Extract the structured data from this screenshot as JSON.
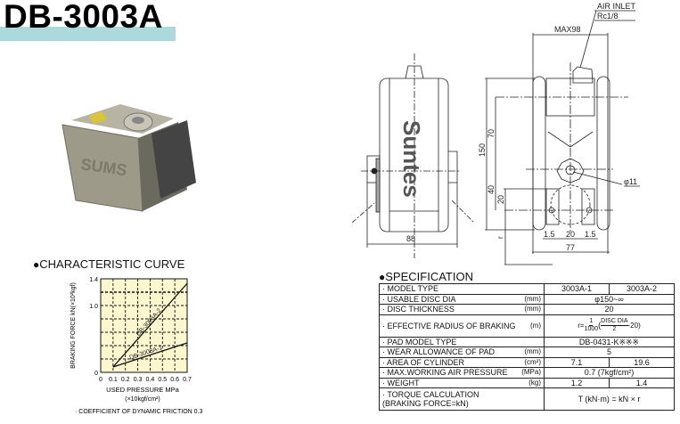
{
  "title": "DB-3003A",
  "photo": {
    "logo_text": "SUMS"
  },
  "front_view": {
    "logo_text": "Suntes",
    "width_dim": "88"
  },
  "side_view": {
    "air_inlet_label": "AIR INLET",
    "air_inlet_thread": "Rc1/8",
    "max_width": "MAX98",
    "height_dim": "150",
    "dim_70": "70",
    "dim_40": "40",
    "dim_20_vertical": "20",
    "radius_label": "r",
    "hole_dia": "φ11",
    "dim_1_5_left": "1.5",
    "dim_20_gap": "20",
    "dim_1_5_right": "1.5",
    "bottom_width": "77"
  },
  "characteristic": {
    "section_title": "CHARACTERISTIC CURVE",
    "bullet": "●",
    "note": "· COEFFICIENT OF DYNAMIC FRICTION 0.3"
  },
  "chart_data": {
    "type": "line",
    "title": "CHARACTERISTIC CURVE",
    "xlabel": "USED PRESSURE MPa",
    "xlabel2": "(×10kgf/cm²)",
    "ylabel": "BRAKING FORCE kN(×10²kgf)",
    "xlim": [
      0,
      0.7
    ],
    "ylim": [
      0,
      1.4
    ],
    "x_ticks": [
      "0",
      "0.1",
      "0.2",
      "0.3",
      "0.4",
      "0.5",
      "0.6",
      "0.7"
    ],
    "y_ticks": [
      {
        "value": 1.4,
        "label": "1.4"
      },
      {
        "value": 1.0,
        "label": "1.0"
      },
      {
        "value": 0,
        "label": "0"
      }
    ],
    "grid": true,
    "background": "#fcf7cf",
    "series": [
      {
        "name": "DB-3003A-2",
        "x": [
          0.1,
          0.7
        ],
        "y": [
          0.08,
          1.33
        ]
      },
      {
        "name": "DB-3003A-1",
        "x": [
          0.1,
          0.7
        ],
        "y": [
          0.08,
          0.44
        ]
      }
    ]
  },
  "specification": {
    "section_title": "SPECIFICATION",
    "bullet": "●",
    "rows": [
      {
        "label": "· MODEL TYPE",
        "unit": "",
        "v1": "3003A-1",
        "v2": "3003A-2"
      },
      {
        "label": "· USABLE DISC DIA",
        "unit": "(mm)",
        "value": "φ150~∞"
      },
      {
        "label": "· DISC THICKNESS",
        "unit": "(mm)",
        "value": "20"
      },
      {
        "label": "· EFFECTIVE RADIUS OF BRAKING",
        "unit": "(m)",
        "formula": {
          "prefix": "r=",
          "num1": "1",
          "den1": "1000",
          "num2": "DISC DIA",
          "den2": "2",
          "suffix": "-20)",
          "open": "("
        }
      },
      {
        "label": "· PAD MODEL TYPE",
        "unit": "",
        "value": "DB-0431-K※※※"
      },
      {
        "label": "· WEAR ALLOWANCE OF PAD",
        "unit": "(mm)",
        "value": "5"
      },
      {
        "label": "· AREA OF CYLINDER",
        "unit": "(cm²)",
        "v1": "7.1",
        "v2": "19.6"
      },
      {
        "label": "· MAX.WORKING AIR PRESSURE",
        "unit": "(MPa)",
        "value": "0.7 (7kgf/cm²)"
      },
      {
        "label": "· WEIGHT",
        "unit": "(kg)",
        "v1": "1.2",
        "v2": "1.4"
      },
      {
        "label": "· TORQUE CALCULATION",
        "label2": "(BRAKING FORCE=kN)",
        "unit": "",
        "value": "T (kN·m) = kN × r"
      }
    ]
  }
}
